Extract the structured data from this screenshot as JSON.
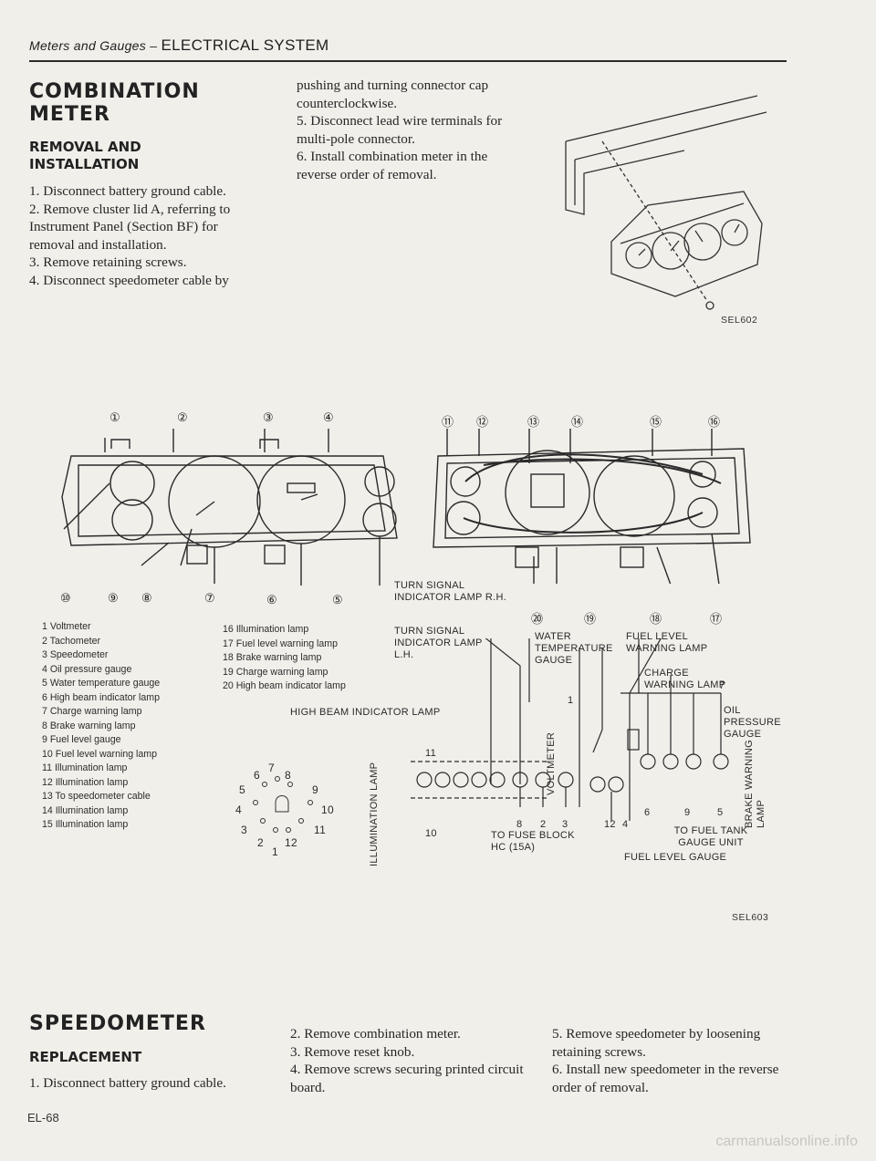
{
  "header": {
    "section": "Meters and Gauges – ",
    "title": "ELECTRICAL SYSTEM"
  },
  "combination_meter": {
    "heading": "COMBINATION METER",
    "subheading": "REMOVAL AND INSTALLATION",
    "steps_left": [
      "1.  Disconnect battery ground cable.",
      "2.  Remove cluster lid A, referring to Instrument Panel (Section BF) for removal and installation.",
      "3.  Remove retaining screws.",
      "4.  Disconnect speedometer cable by"
    ],
    "steps_right": [
      "pushing and turning connector cap counterclockwise.",
      "5.  Disconnect lead wire terminals for multi-pole connector.",
      "6.  Install combination meter in the reverse order of removal."
    ],
    "figure_code": "SEL602"
  },
  "meter_figure": {
    "front_callouts": [
      "①",
      "②",
      "③",
      "④",
      "⑩",
      "⑨",
      "⑧",
      "⑦",
      "⑥",
      "⑤"
    ],
    "rear_callouts": [
      "⑪",
      "⑫",
      "⑬",
      "⑭",
      "⑮",
      "⑯",
      "⑳",
      "⑲",
      "⑱",
      "⑰"
    ],
    "legend_left": [
      "1  Voltmeter",
      "2  Tachometer",
      "3  Speedometer",
      "4  Oil pressure gauge",
      "5  Water temperature gauge",
      "6  High beam indicator lamp",
      "7  Charge warning lamp",
      "8  Brake warning lamp",
      "9  Fuel level gauge",
      "10  Fuel level warning lamp",
      "11  Illumination lamp",
      "12  Illumination lamp",
      "13  To speedometer cable",
      "14  Illumination lamp",
      "15  Illumination lamp"
    ],
    "legend_right": [
      "16  Illumination lamp",
      "17  Fuel level warning lamp",
      "18  Brake warning lamp",
      "19  Charge warning lamp",
      "20  High beam indicator lamp"
    ],
    "labels": {
      "turn_rh": "TURN SIGNAL INDICATOR LAMP R.H.",
      "turn_lh": "TURN SIGNAL INDICATOR LAMP L.H.",
      "water_temp": "WATER TEMPERATURE GAUGE",
      "fuel_warn": "FUEL LEVEL WARNING LAMP",
      "charge_warn": "CHARGE WARNING LAMP",
      "high_beam": "HIGH BEAM INDICATOR LAMP",
      "oil": "OIL PRESSURE GAUGE",
      "voltmeter": "VOLTMETER",
      "illumination": "ILLUMINATION LAMP",
      "brake": "BRAKE WARNING LAMP",
      "fuse": "TO FUSE BLOCK HC (15A)",
      "fuel_tank": "TO FUEL TANK GAUGE UNIT",
      "fuel_gauge": "FUEL LEVEL GAUGE"
    },
    "connector_pins": [
      "1",
      "2",
      "3",
      "4",
      "5",
      "6",
      "7",
      "8",
      "9",
      "10",
      "11",
      "12"
    ],
    "wire_numbers": {
      "n11": "11",
      "n10": "10",
      "n8": "8",
      "n2": "2",
      "n3": "3",
      "n12": "12",
      "n4": "4",
      "n7": "7",
      "n6": "6",
      "n9": "9",
      "n5": "5",
      "n1": "1"
    },
    "figure_code": "SEL603"
  },
  "speedometer": {
    "heading": "SPEEDOMETER",
    "subheading": "REPLACEMENT",
    "col1": [
      "1.  Disconnect battery ground cable."
    ],
    "col2": [
      "2.  Remove combination meter.",
      "3.  Remove reset knob.",
      "4.  Remove screws securing printed circuit board."
    ],
    "col3": [
      "5.  Remove speedometer by loosening retaining screws.",
      "6.  Install new speedometer in the reverse order of removal."
    ]
  },
  "page_number": "EL-68",
  "watermark": "carmanualsonline.info"
}
